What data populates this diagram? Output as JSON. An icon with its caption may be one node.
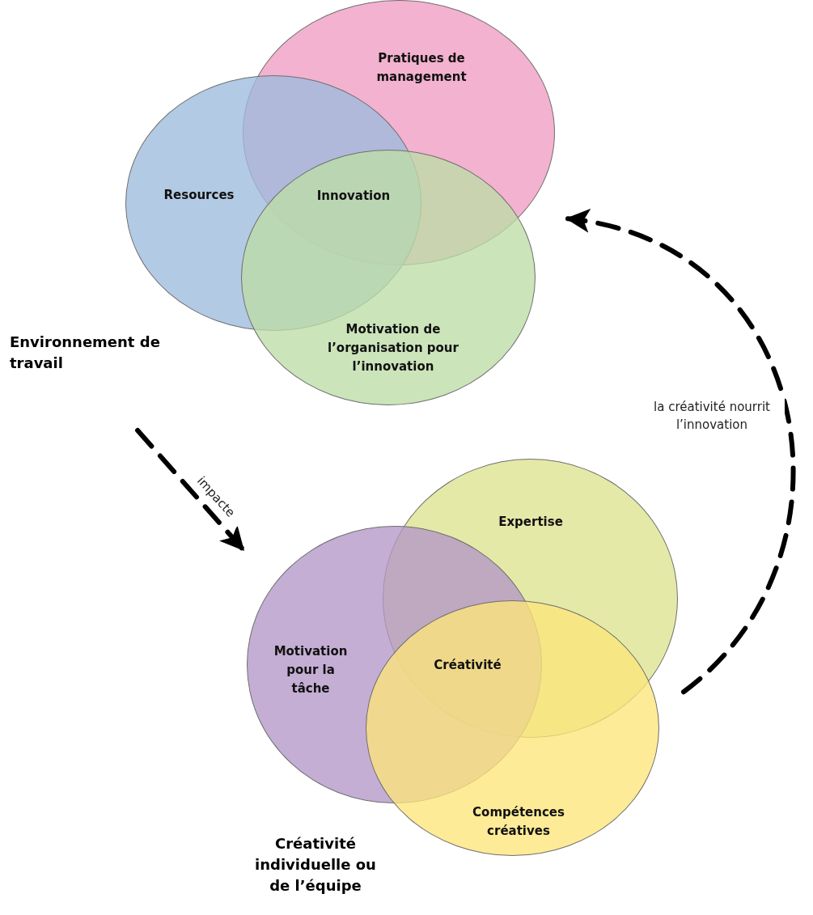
{
  "diagram": {
    "nodes": [
      {
        "text": [
          "Environnement de travail"
        ]
      },
      {
        "text": [
          "Pratiques de management"
        ],
        "in": 0
      },
      {
        "text": [
          "Resources"
        ],
        "in": 0
      },
      {
        "text": [
          "Motivation de l’organisation pour l’innovation"
        ],
        "in": 0
      },
      {
        "text": [
          "Créativité individuelle ou de l’équipe"
        ]
      },
      {
        "text": [
          "Expertise"
        ],
        "in": 4
      },
      {
        "text": [
          "Motivation pour la tâche"
        ],
        "in": 4
      },
      {
        "text": [
          "Compétences créatives"
        ],
        "in": 4
      }
    ],
    "edges": [
      {
        "from": 0,
        "to": 4,
        "arrow": "to",
        "label": "impacte",
        "style": "dashed"
      },
      {
        "from": 4,
        "to": 0,
        "arrow": "to",
        "label": "la créativité nourrit l’innovation",
        "style": "dashed"
      }
    ],
    "labels": [
      "Innovation",
      "Créativité"
    ]
  }
}
